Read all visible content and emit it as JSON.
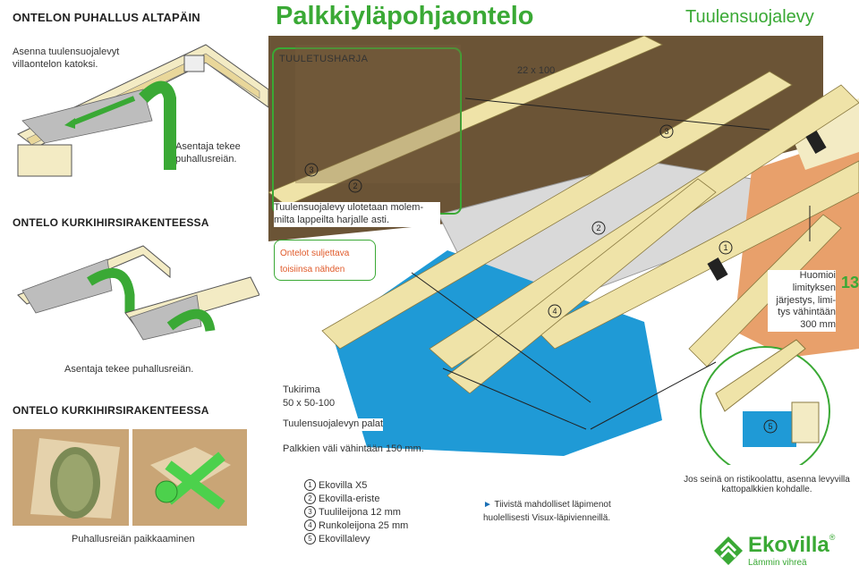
{
  "header": {
    "left_title": "ONTELON PUHALLUS ALTAPÄIN",
    "main_title": "Palkkiyläpohjaontelo",
    "right_title": "Tuulensuojalevy"
  },
  "left_panel": {
    "intro": "Asenna tuulensuojalevyt villaontelon katoksi.",
    "installer_note_1": "Asentaja tekee puhallusreiän.",
    "section_2": "ONTELO KURKIHIRSIRAKENTEESSA",
    "installer_note_2": "Asentaja tekee puhallusreiän.",
    "section_3": "ONTELO KURKIHIRSIRAKENTEESSA",
    "photo_caption": "Puhallusreiän paikkaaminen"
  },
  "main_illustration": {
    "ridge_box_label": "TUULETUSHARJA",
    "dimension_label": "22 x 100",
    "wind_board_text": "Tuulensuojalevy ulotetaan molem- milta lappeilta harjalle asti.",
    "seal_note": "Ontelot suljettava toisiinsa nähden",
    "note_overlap": "Huomioi limityksen järjestys, limi- tys vähintään 300 mm",
    "support_label": "Tukirima",
    "support_dim": "50 x 50-100",
    "boards_label": "Tuulensuojalevyn palat",
    "spacing_label": "Palkkien väli vähintään 150 mm.",
    "markers": [
      "1",
      "2",
      "3",
      "4",
      "5"
    ]
  },
  "page_number": "13",
  "legend": [
    {
      "num": "1",
      "text": "Ekovilla X5"
    },
    {
      "num": "2",
      "text": "Ekovilla-eriste"
    },
    {
      "num": "3",
      "text": "Tuulileijona 12 mm"
    },
    {
      "num": "4",
      "text": "Runkoleijona 25 mm"
    },
    {
      "num": "5",
      "text": "Ekovillalevy"
    }
  ],
  "tiivista": {
    "arrow": "►",
    "line1": "Tiivistä mahdolliset läpimenot",
    "line2": "huolellisesti Visux-läpivienneillä."
  },
  "truss_note": "Jos seinä on ristikoolattu, asenna levyvilla kattopalkkien kohdalle.",
  "logo": {
    "name": "Ekovilla",
    "registered": "®",
    "tagline": "Lämmin vihreä"
  },
  "colors": {
    "brand_green": "#3aa935",
    "timber": "#efe3a8",
    "board_brown": "#6b5436",
    "insulation_grey": "#d9d9d9",
    "membrane_blue": "#1f9ad6",
    "warning_orange": "#e05a2a"
  }
}
